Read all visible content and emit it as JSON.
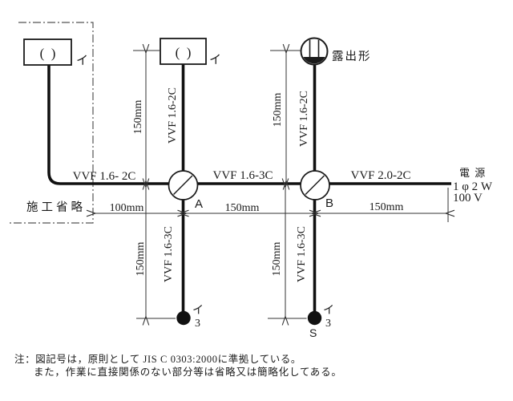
{
  "colors": {
    "ink": "#1a1a1a",
    "thin": "#333333",
    "dashdot": "#555555",
    "background": "#ffffff"
  },
  "omission": {
    "label": "施工省略"
  },
  "switch_boxes": {
    "left": {
      "symbol": "(  )",
      "circuit": "イ"
    },
    "middle": {
      "symbol": "(  )",
      "circuit": "イ"
    }
  },
  "rosette": {
    "type_label": "露出形"
  },
  "junction_boxes": {
    "a": "A",
    "b": "B"
  },
  "cables": {
    "run_left": "VVF 1.6- 2C",
    "run_mid": "VVF 1.6-3C",
    "run_right": "VVF 2.0-2C",
    "drop_switch_mid": "VVF 1.6-2C",
    "drop_rosette": "VVF 1.6-2C",
    "drop_lamp_a": "VVF 1.6-3C",
    "drop_lamp_b": "VVF 1.6-3C"
  },
  "dimensions": {
    "top_mid": "150mm",
    "top_right": "150mm",
    "bottom_left": "150mm",
    "bottom_right": "150mm",
    "h_left": "100mm",
    "h_mid": "150mm",
    "h_right": "150mm"
  },
  "source": {
    "title": "電 源",
    "line1": "1 φ 2 W",
    "line2": "100 V"
  },
  "switches": {
    "a": {
      "circuit": "イ",
      "ways": "3"
    },
    "b": {
      "circuit": "イ",
      "ways": "3",
      "suffix": "S"
    }
  },
  "notes": {
    "line1": "注：図記号は，原則として JIS C 0303:2000に準拠している。",
    "line2": "また，作業に直接関係のない部分等は省略又は簡略化してある。"
  }
}
